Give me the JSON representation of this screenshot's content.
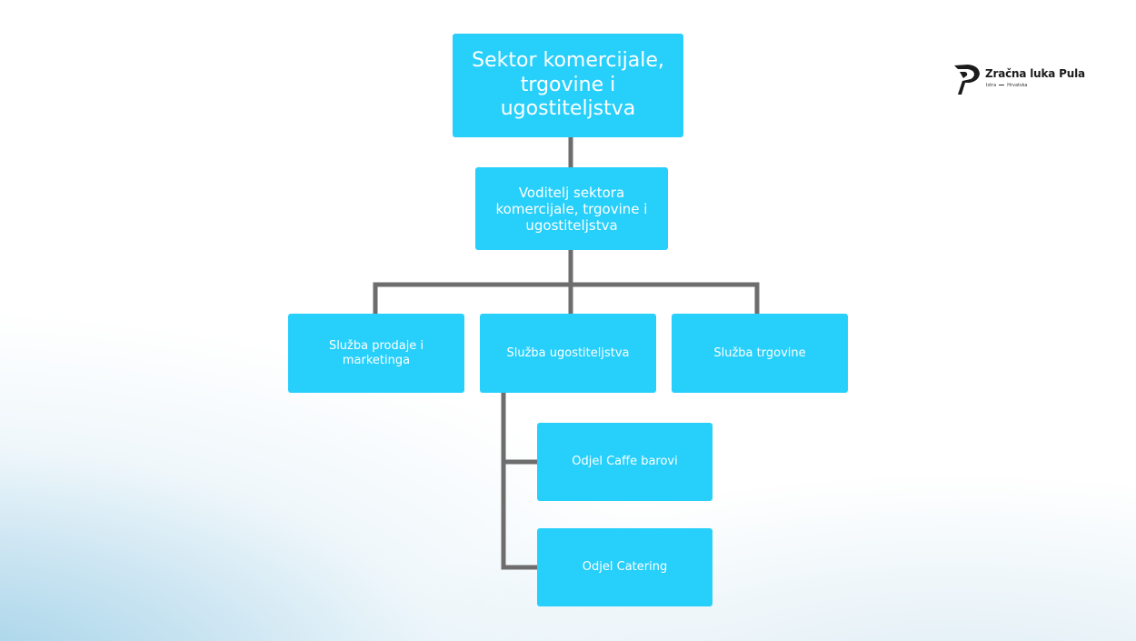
{
  "logo": {
    "name": "Zračna luka Pula",
    "region": "Istra",
    "country": "Hrvatska"
  },
  "org_chart": {
    "root": "Sektor komercijale, trgovine i ugostiteljstva",
    "head": "Voditelj sektora komercijale, trgovine i ugostiteljstva",
    "services": {
      "sales": "Služba prodaje i marketinga",
      "hospitality": "Služba ugostiteljstva",
      "trade": "Služba trgovine"
    },
    "departments": {
      "caffe": "Odjel Caffe barovi",
      "catering": "Odjel Catering"
    }
  },
  "colors": {
    "box": "#27cffb",
    "connector": "#6d6d6d",
    "text": "#ffffff"
  }
}
